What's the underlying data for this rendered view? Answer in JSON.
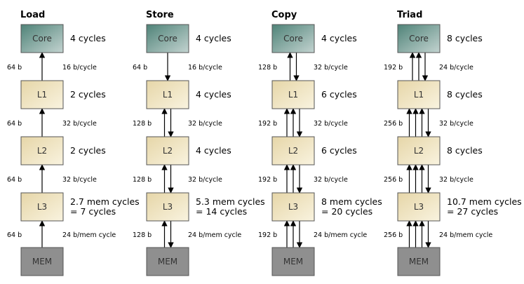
{
  "columns": [
    {
      "title": "Load",
      "levels": [
        "Core",
        "L1",
        "L2",
        "L3",
        "MEM"
      ],
      "cycles": [
        [
          "4 cycles"
        ],
        [
          "2 cycles"
        ],
        [
          "2 cycles"
        ],
        [
          "2.7 mem cycles",
          "= 7 cycles"
        ]
      ],
      "widths": [
        "64 b",
        "64 b",
        "64 b",
        "64 b"
      ],
      "rates": [
        "16 b/cycle",
        "32 b/cycle",
        "32 b/cycle",
        "24 b/mem cycle"
      ],
      "arrows": [
        [
          "up"
        ],
        [
          "up"
        ],
        [
          "up"
        ],
        [
          "up"
        ]
      ]
    },
    {
      "title": "Store",
      "levels": [
        "Core",
        "L1",
        "L2",
        "L3",
        "MEM"
      ],
      "cycles": [
        [
          "4 cycles"
        ],
        [
          "4 cycles"
        ],
        [
          "4 cycles"
        ],
        [
          "5.3 mem cycles",
          "= 14 cycles"
        ]
      ],
      "widths": [
        "64 b",
        "128 b",
        "128 b",
        "128 b"
      ],
      "rates": [
        "16 b/cycle",
        "32 b/cycle",
        "32 b/cycle",
        "24 b/mem cycle"
      ],
      "arrows": [
        [
          "down"
        ],
        [
          "up",
          "down"
        ],
        [
          "up",
          "down"
        ],
        [
          "up",
          "down"
        ]
      ]
    },
    {
      "title": "Copy",
      "levels": [
        "Core",
        "L1",
        "L2",
        "L3",
        "MEM"
      ],
      "cycles": [
        [
          "4 cycles"
        ],
        [
          "6 cycles"
        ],
        [
          "6 cycles"
        ],
        [
          "8 mem cycles",
          "= 20 cycles"
        ]
      ],
      "widths": [
        "128 b",
        "192 b",
        "192 b",
        "192 b"
      ],
      "rates": [
        "32 b/cycle",
        "32 b/cycle",
        "32 b/cycle",
        "24 b/mem cycle"
      ],
      "arrows": [
        [
          "up",
          "down"
        ],
        [
          "up",
          "up",
          "down"
        ],
        [
          "up",
          "up",
          "down"
        ],
        [
          "up",
          "up",
          "down"
        ]
      ]
    },
    {
      "title": "Triad",
      "levels": [
        "Core",
        "L1",
        "L2",
        "L3",
        "MEM"
      ],
      "cycles": [
        [
          "8 cycles"
        ],
        [
          "8 cycles"
        ],
        [
          "8 cycles"
        ],
        [
          "10.7 mem cycles",
          "= 27 cycles"
        ]
      ],
      "widths": [
        "192 b",
        "256 b",
        "256 b",
        "256 b"
      ],
      "rates": [
        "24 b/cycle",
        "32 b/cycle",
        "32 b/cycle",
        "24 b/mem cycle"
      ],
      "arrows": [
        [
          "up",
          "up",
          "down"
        ],
        [
          "up",
          "up",
          "up",
          "down"
        ],
        [
          "up",
          "up",
          "up",
          "down"
        ],
        [
          "up",
          "up",
          "up",
          "down"
        ]
      ]
    }
  ],
  "colors": {
    "core_top": "#4f8378",
    "core_bottom": "#c3d3d0",
    "cache_top": "#e6d6a8",
    "cache_bottom": "#f9f3df",
    "mem": "#8f8f8f",
    "border": "#555555"
  }
}
